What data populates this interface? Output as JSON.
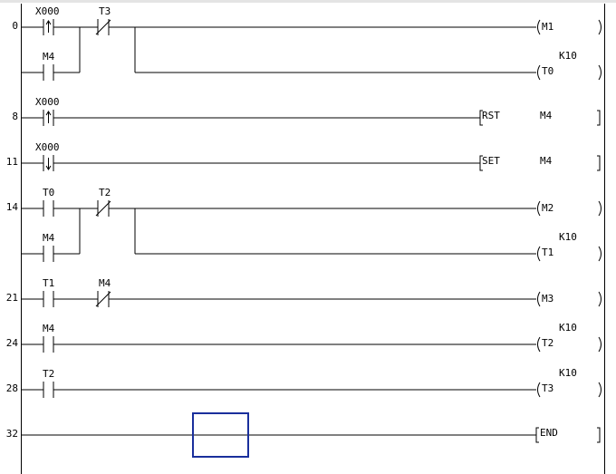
{
  "window": {
    "selection_cursor": "cell-cursor"
  },
  "rungs": [
    {
      "step": "0",
      "contacts": [
        {
          "label": "X000",
          "type": "rising-edge"
        },
        {
          "label": "T3",
          "type": "nc"
        }
      ],
      "branch_contact": {
        "label": "M4",
        "type": "no"
      },
      "outputs": [
        {
          "kind": "coil",
          "text": "M1",
          "param": ""
        },
        {
          "kind": "coil",
          "text": "T0",
          "param": "K10"
        }
      ]
    },
    {
      "step": "8",
      "contacts": [
        {
          "label": "X000",
          "type": "rising-edge"
        }
      ],
      "outputs": [
        {
          "kind": "instruction",
          "text": "RST",
          "operand": "M4"
        }
      ]
    },
    {
      "step": "11",
      "contacts": [
        {
          "label": "X000",
          "type": "falling-edge"
        }
      ],
      "outputs": [
        {
          "kind": "instruction",
          "text": "SET",
          "operand": "M4"
        }
      ]
    },
    {
      "step": "14",
      "contacts": [
        {
          "label": "T0",
          "type": "no"
        },
        {
          "label": "T2",
          "type": "nc"
        }
      ],
      "branch_contact": {
        "label": "M4",
        "type": "no"
      },
      "outputs": [
        {
          "kind": "coil",
          "text": "M2",
          "param": ""
        },
        {
          "kind": "coil",
          "text": "T1",
          "param": "K10"
        }
      ]
    },
    {
      "step": "21",
      "contacts": [
        {
          "label": "T1",
          "type": "no"
        },
        {
          "label": "M4",
          "type": "nc"
        }
      ],
      "outputs": [
        {
          "kind": "coil",
          "text": "M3",
          "param": ""
        }
      ]
    },
    {
      "step": "24",
      "contacts": [
        {
          "label": "M4",
          "type": "no"
        }
      ],
      "outputs": [
        {
          "kind": "coil",
          "text": "T2",
          "param": "K10"
        }
      ]
    },
    {
      "step": "28",
      "contacts": [
        {
          "label": "T2",
          "type": "no"
        }
      ],
      "outputs": [
        {
          "kind": "coil",
          "text": "T3",
          "param": "K10"
        }
      ]
    },
    {
      "step": "32",
      "contacts": [],
      "outputs": [
        {
          "kind": "instruction",
          "text": "END",
          "operand": ""
        }
      ]
    }
  ]
}
